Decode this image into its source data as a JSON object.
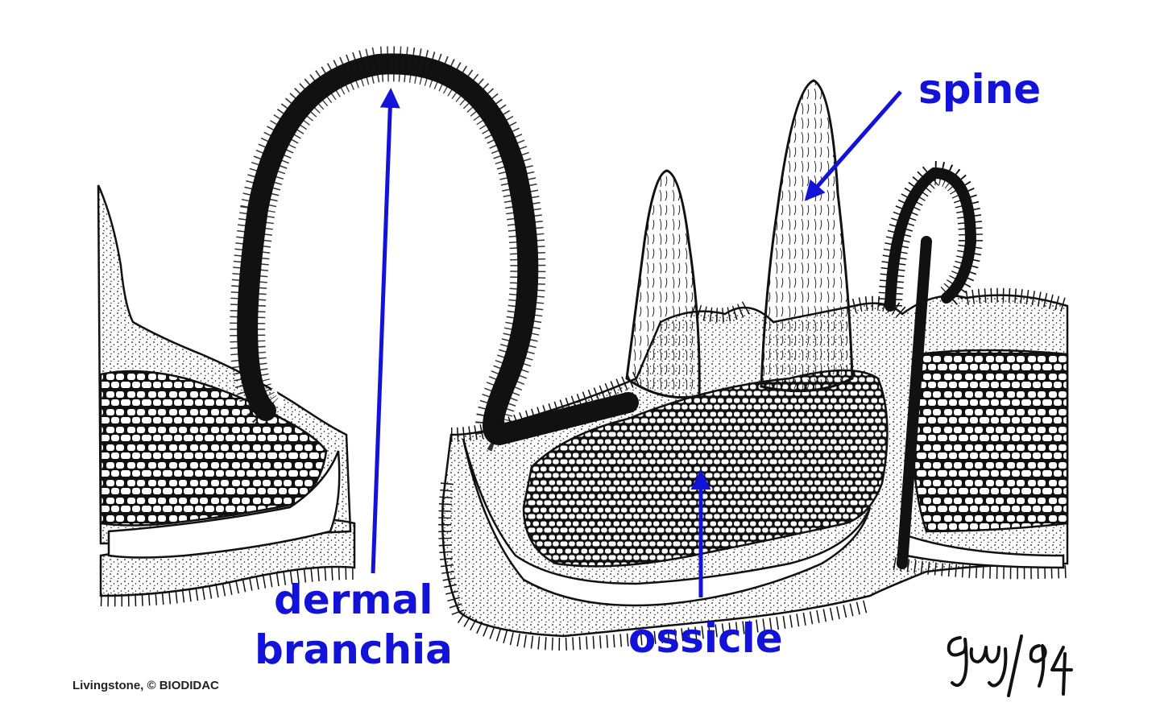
{
  "labels": {
    "spine": "spine",
    "dermal_branchia_line1": "dermal",
    "dermal_branchia_line2": "branchia",
    "ossicle": "ossicle"
  },
  "credit": "Livingstone, © BIODIDAC",
  "signature": "Guj/94",
  "colors": {
    "label_blue": "#1212d8",
    "ink": "#111111",
    "paper": "#ffffff"
  }
}
